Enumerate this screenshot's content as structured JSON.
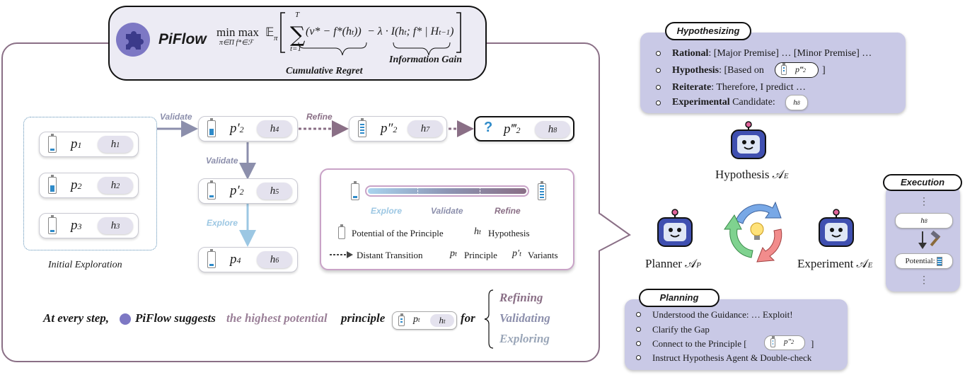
{
  "header": {
    "logo_text": "PiFlow",
    "formula_text": "min max 𝔼π [ Σ (v* − f*(h_t)) − λ · I(h_t; f* | H_{t−1}) ]",
    "formula_minmax": "min max",
    "formula_sub": "π∈Π f*∈ℱ",
    "formula_expect": "𝔼",
    "formula_expect_sub": "π",
    "formula_sum_top": "T",
    "formula_sum_bottom": "t=1",
    "formula_regret": "(v* − f*(h",
    "formula_regret_tail": "))",
    "formula_minus_lambda": "− λ · I(h",
    "formula_info_tail": "; f* | H",
    "formula_info_sub": "t−1",
    "formula_close": ")",
    "brace_left_label": "Cumulative Regret",
    "brace_right_label": "Information Gain"
  },
  "initial": {
    "caption": "Initial Exploration",
    "nodes": [
      {
        "p": "p",
        "p_sub": "1",
        "h": "h",
        "h_sub": "1"
      },
      {
        "p": "p",
        "p_sub": "2",
        "h": "h",
        "h_sub": "2"
      },
      {
        "p": "p",
        "p_sub": "3",
        "h": "h",
        "h_sub": "3"
      }
    ]
  },
  "flow": {
    "validate_1": "Validate",
    "validate_2": "Validate",
    "refine": "Refine",
    "explore": "Explore",
    "node_a": {
      "p": "p′",
      "p_sub": "2",
      "h": "h",
      "h_sub": "4"
    },
    "node_b": {
      "p": "p″",
      "p_sub": "2",
      "h": "h",
      "h_sub": "7"
    },
    "node_c": {
      "q": "?",
      "p": "p‴",
      "p_sub": "2",
      "h": "h",
      "h_sub": "8"
    },
    "node_d": {
      "p": "p′",
      "p_sub": "2",
      "h": "h",
      "h_sub": "5"
    },
    "node_e": {
      "p": "p",
      "p_sub": "4",
      "h": "h",
      "h_sub": "6"
    }
  },
  "legend": {
    "scale_explore": "Explore",
    "scale_validate": "Validate",
    "scale_refine": "Refine",
    "potential": "Potential of the Principle",
    "hypothesis_sym": "h",
    "hypothesis_sub": "t",
    "hypothesis": "Hypothesis",
    "distant": "Distant Transition",
    "principle_sym": "p",
    "principle_sub": "t",
    "principle": "Principle",
    "variants_sym": "p′",
    "variants_sub": "t",
    "variants": "Variants"
  },
  "bottom": {
    "at_every_step": "At every step,",
    "piflow": "PiFlow suggests",
    "highest": "the highest potential",
    "principle": "principle",
    "pill_p": "p",
    "pill_p_sub": "t",
    "pill_h": "h",
    "pill_h_sub": "t",
    "for": "for",
    "options": [
      "Refining",
      "Validating",
      "Exploring"
    ]
  },
  "hypothesizing": {
    "tab": "Hypothesizing",
    "lines": [
      {
        "bold": "Rational",
        "rest": ": [Major Premise] … [Minor Premise] …"
      },
      {
        "bold": "Hypothesis",
        "rest": ": [Based on",
        "end": "]",
        "pill": "p‴",
        "pill_sub": "2"
      },
      {
        "bold": "Reiterate",
        "rest": ": Therefore, I predict …"
      },
      {
        "bold": "Experimental",
        "rest": " Candidate:",
        "pill": "h",
        "pill_sub": "8"
      }
    ]
  },
  "agents": {
    "hypothesis": "Hypothesis 𝒜",
    "hypothesis_sub": "E",
    "planner": "Planner 𝒜",
    "planner_sub": "P",
    "experiment": "Experiment 𝒜",
    "experiment_sub": "E"
  },
  "execution": {
    "tab": "Execution",
    "dots_top": "⋮",
    "h_pill": "h",
    "h_sub": "8",
    "potential": "Potential:",
    "dots_bottom": "⋮"
  },
  "planning": {
    "tab": "Planning",
    "lines": [
      "Understood the Guidance: … Exploit!",
      "Clarify the Gap",
      "Connect to the Principle [",
      "Instruct Hypothesis Agent & Double-check"
    ],
    "connect_end": "]",
    "pill": "p″",
    "pill_sub": "2"
  },
  "colors": {
    "frame": "#8a6f86",
    "refine": "#8a6f86",
    "validate": "#8c8fac",
    "explore": "#9cc7e3",
    "battery_low": "#2f8bc9",
    "side_bg": "#c9c9e6",
    "question": "#2f8bc9"
  }
}
